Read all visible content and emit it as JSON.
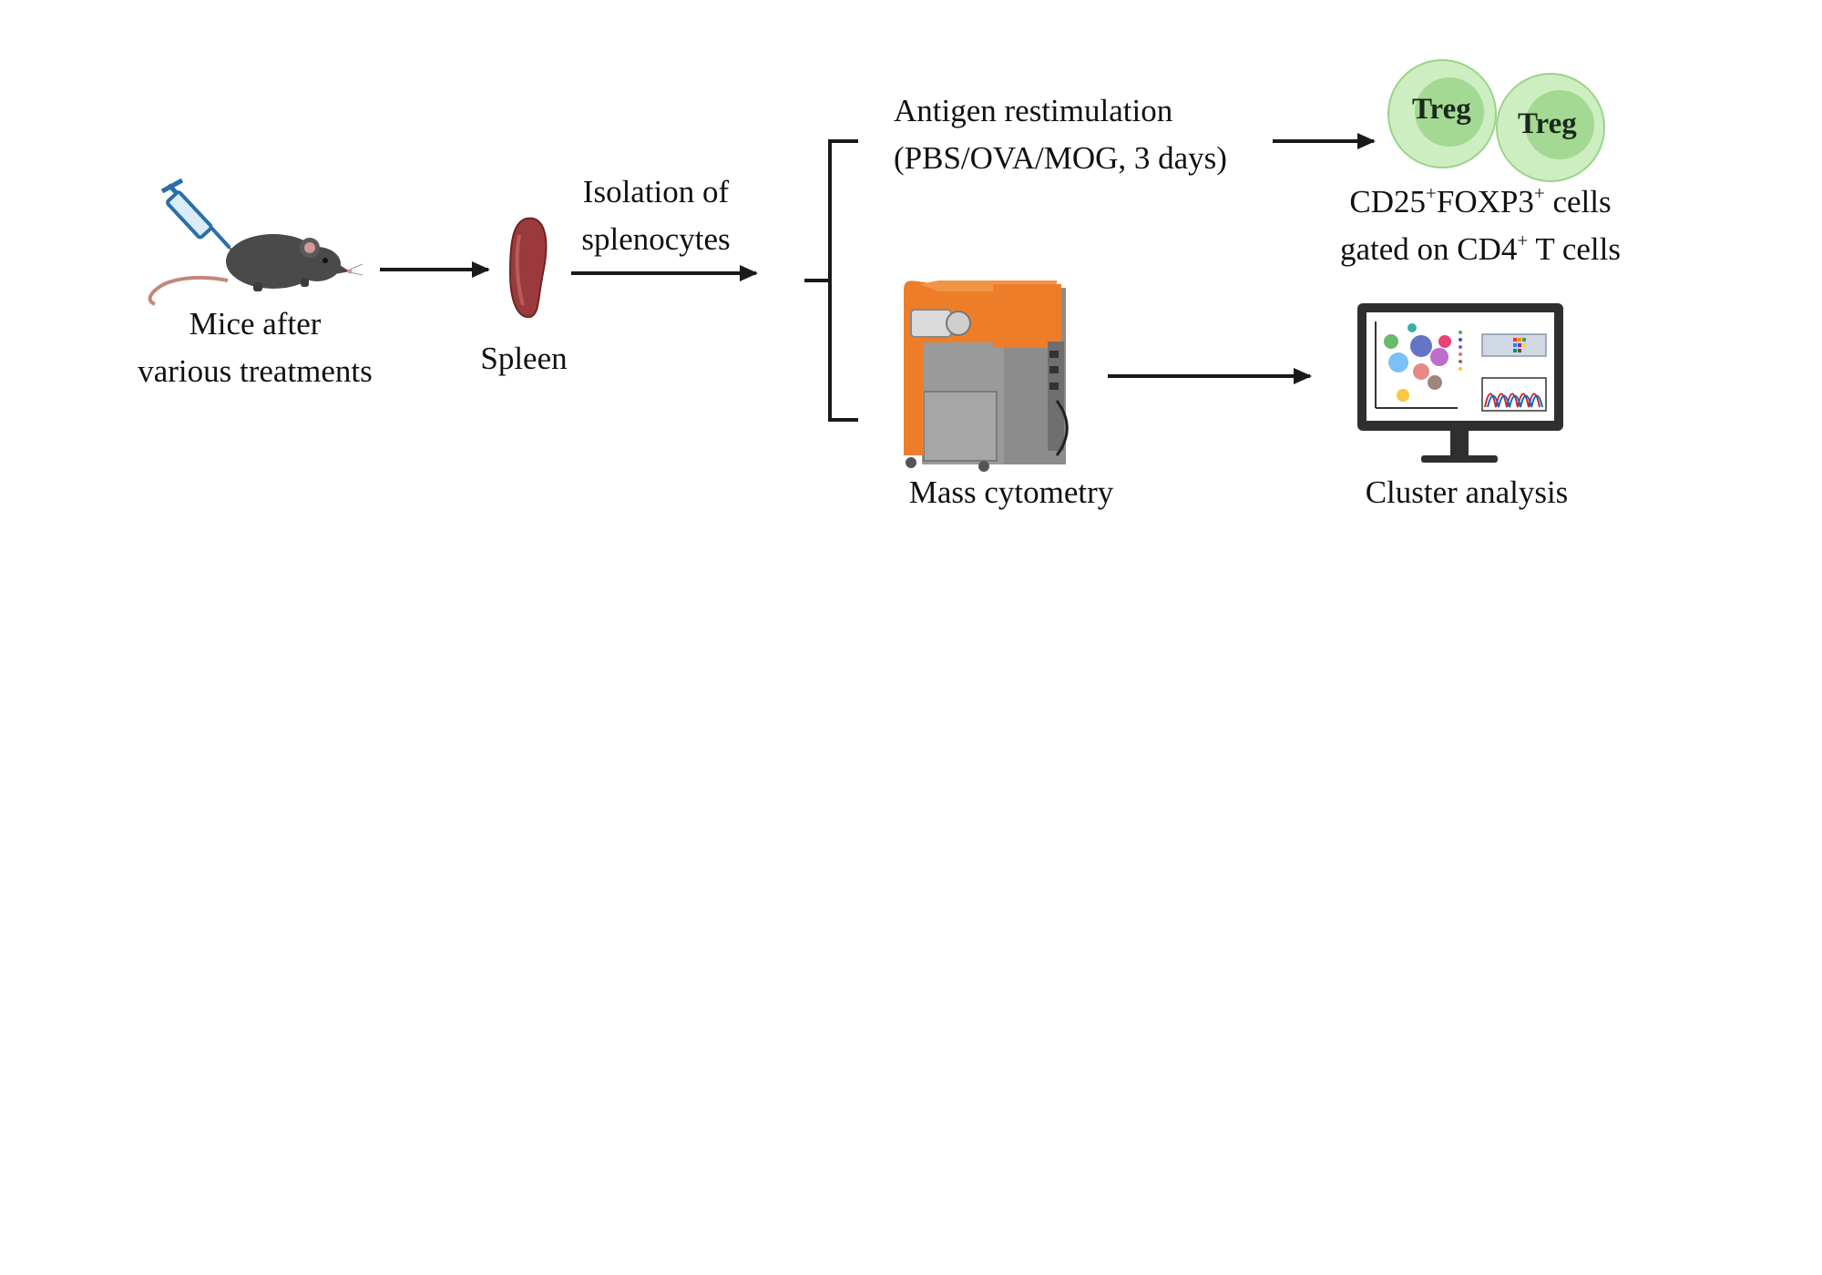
{
  "steps": {
    "mice": {
      "line1": "Mice after",
      "line2": "various treatments"
    },
    "spleen": {
      "label": "Spleen"
    },
    "isolation": {
      "line1": "Isolation of",
      "line2": "splenocytes"
    },
    "restimulation": {
      "line1": "Antigen restimulation",
      "line2": "(PBS/OVA/MOG, 3 days)"
    },
    "treg": {
      "cell_label": "Treg",
      "gate_line1": {
        "a": "CD25",
        "sup1": "+",
        "b": "FOXP3",
        "sup2": "+",
        "c": " cells"
      },
      "gate_line2": {
        "a": "gated on CD4",
        "sup": "+",
        "b": " T cells"
      }
    },
    "mass_cytometry": {
      "label": "Mass cytometry"
    },
    "cluster": {
      "label": "Cluster analysis"
    }
  },
  "icons": [
    "syringe-icon",
    "mouse-icon",
    "spleen-icon",
    "treg-cell-icon",
    "mass-cytometer-icon",
    "computer-monitor-icon"
  ],
  "colors": {
    "arrow": "#1a1a1a",
    "spleen": "#9b3a3c",
    "treg_outer": "#cdeec0",
    "treg_inner": "#a4d994",
    "cytometer_orange": "#ee7d2a",
    "cytometer_gray": "#8c8c8c",
    "syringe": "#2a6fa8",
    "mouse": "#4a4a4a"
  }
}
